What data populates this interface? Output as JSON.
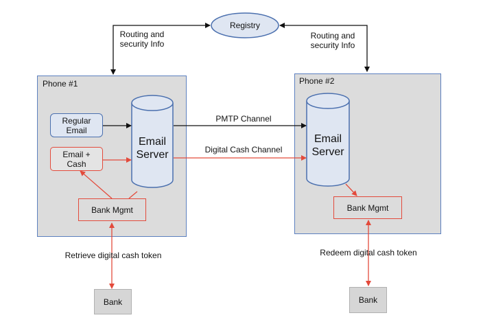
{
  "registry": {
    "label": "Registry"
  },
  "routing_left": {
    "line1": "Routing and",
    "line2": "security Info"
  },
  "routing_right": {
    "line1": "Routing and",
    "line2": "security Info"
  },
  "phone1": {
    "title": "Phone #1",
    "regular_email": {
      "line1": "Regular",
      "line2": "Email"
    },
    "email_cash": {
      "line1": "Email +",
      "line2": "Cash"
    },
    "email_server": {
      "line1": "Email",
      "line2": "Server"
    },
    "bank_mgmt": "Bank Mgmt"
  },
  "phone2": {
    "title": "Phone #2",
    "email_server": {
      "line1": "Email",
      "line2": "Server"
    },
    "bank_mgmt": "Bank Mgmt"
  },
  "channels": {
    "pmtp": "PMTP Channel",
    "digital_cash": "Digital Cash Channel"
  },
  "retrieve_label": "Retrieve digital cash token",
  "redeem_label": "Redeem digital cash token",
  "bank_left": "Bank",
  "bank_right": "Bank",
  "colors": {
    "blue_border": "#4a6fae",
    "red": "#e34a3b",
    "gray_fill": "#dcdcdc"
  }
}
